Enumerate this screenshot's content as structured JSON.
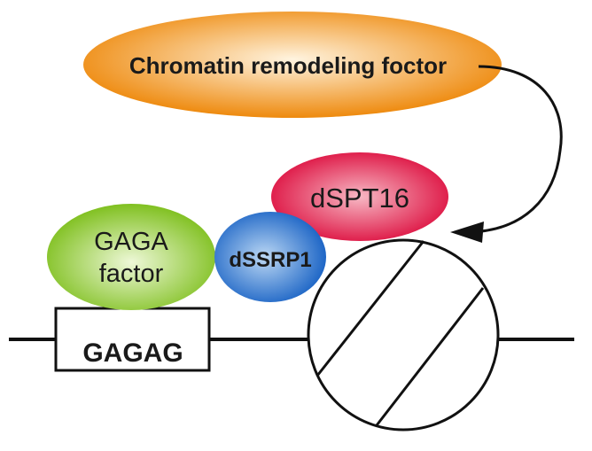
{
  "diagram": {
    "title": "",
    "nodes": {
      "remodeler": {
        "label": "Chromatin remodeling foctor",
        "color_outer": "#ee8a0e",
        "color_inner": "#fff4e0"
      },
      "spt16": {
        "label": "dSPT16",
        "color_outer": "#dd1040",
        "color_inner": "#f7b8c4"
      },
      "gaga": {
        "label_line1": "GAGA",
        "label_line2": "factor",
        "color_outer": "#80c020",
        "color_inner": "#eef8d8"
      },
      "ssrp1": {
        "label": "dSSRP1",
        "color_outer": "#1e66c6",
        "color_inner": "#bcd8f4"
      },
      "dna_element": {
        "label": "GAGAG"
      },
      "nucleosome": {
        "label": ""
      }
    },
    "edges": [
      {
        "from": "remodeler",
        "to": "nucleosome",
        "type": "arrow"
      }
    ]
  }
}
